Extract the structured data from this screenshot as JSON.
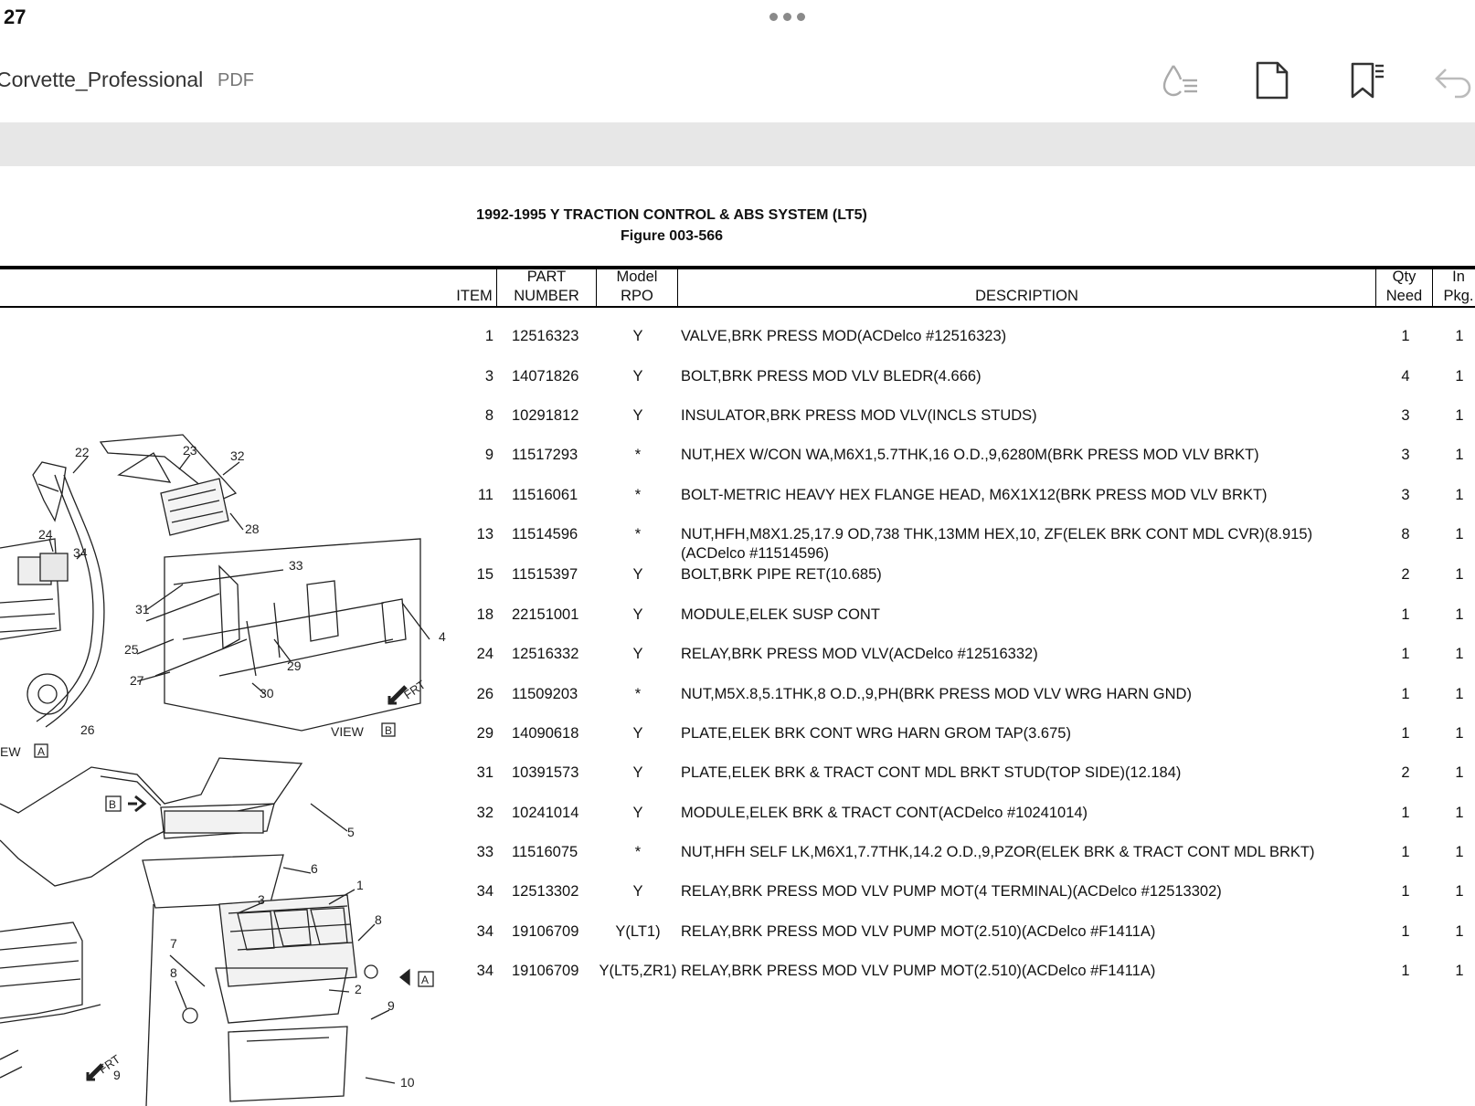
{
  "status_bar": {
    "time": "27"
  },
  "toolbar": {
    "doc_title": "Corvette_Professional",
    "doc_type": "PDF",
    "icons": [
      "liquid-mode-icon",
      "page-icon",
      "bookmark-list-icon",
      "undo-icon"
    ]
  },
  "page": {
    "title": "1992-1995 Y TRACTION CONTROL & ABS SYSTEM (LT5)",
    "subtitle": "Figure 003-566"
  },
  "table": {
    "headers": {
      "item": "ITEM",
      "part_1": "PART",
      "part_2": "NUMBER",
      "rpo_1": "Model",
      "rpo_2": "RPO",
      "desc": "DESCRIPTION",
      "qty_1": "Qty",
      "qty_2": "Need",
      "pkg_1": "In",
      "pkg_2": "Pkg."
    },
    "rows": [
      {
        "item": "1",
        "part": "12516323",
        "rpo": "Y",
        "desc": "VALVE,BRK PRESS MOD(ACDelco #12516323)",
        "desc2": "",
        "qty": "1",
        "pkg": "1"
      },
      {
        "item": "3",
        "part": "14071826",
        "rpo": "Y",
        "desc": "BOLT,BRK PRESS MOD VLV BLEDR(4.666)",
        "desc2": "",
        "qty": "4",
        "pkg": "1"
      },
      {
        "item": "8",
        "part": "10291812",
        "rpo": "Y",
        "desc": "INSULATOR,BRK PRESS MOD VLV(INCLS STUDS)",
        "desc2": "",
        "qty": "3",
        "pkg": "1"
      },
      {
        "item": "9",
        "part": "11517293",
        "rpo": "*",
        "desc": "NUT,HEX W/CON WA,M6X1,5.7THK,16 O.D.,9,6280M(BRK PRESS MOD VLV BRKT)",
        "desc2": "",
        "qty": "3",
        "pkg": "1"
      },
      {
        "item": "11",
        "part": "11516061",
        "rpo": "*",
        "desc": "BOLT-METRIC HEAVY HEX FLANGE HEAD, M6X1X12(BRK PRESS MOD VLV BRKT)",
        "desc2": "",
        "qty": "3",
        "pkg": "1"
      },
      {
        "item": "13",
        "part": "11514596",
        "rpo": "*",
        "desc": "NUT,HFH,M8X1.25,17.9 OD,738 THK,13MM HEX,10, ZF(ELEK BRK CONT MDL CVR)(8.915)",
        "desc2": "(ACDelco #11514596)",
        "qty": "8",
        "pkg": "1"
      },
      {
        "item": "15",
        "part": "11515397",
        "rpo": "Y",
        "desc": "BOLT,BRK PIPE RET(10.685)",
        "desc2": "",
        "qty": "2",
        "pkg": "1"
      },
      {
        "item": "18",
        "part": "22151001",
        "rpo": "Y",
        "desc": "MODULE,ELEK SUSP CONT",
        "desc2": "",
        "qty": "1",
        "pkg": "1"
      },
      {
        "item": "24",
        "part": "12516332",
        "rpo": "Y",
        "desc": "RELAY,BRK PRESS MOD VLV(ACDelco #12516332)",
        "desc2": "",
        "qty": "1",
        "pkg": "1"
      },
      {
        "item": "26",
        "part": "11509203",
        "rpo": "*",
        "desc": "NUT,M5X.8,5.1THK,8 O.D.,9,PH(BRK PRESS MOD VLV WRG HARN GND)",
        "desc2": "",
        "qty": "1",
        "pkg": "1"
      },
      {
        "item": "29",
        "part": "14090618",
        "rpo": "Y",
        "desc": "PLATE,ELEK BRK CONT WRG HARN GROM TAP(3.675)",
        "desc2": "",
        "qty": "1",
        "pkg": "1"
      },
      {
        "item": "31",
        "part": "10391573",
        "rpo": "Y",
        "desc": "PLATE,ELEK BRK & TRACT CONT MDL BRKT STUD(TOP SIDE)(12.184)",
        "desc2": "",
        "qty": "2",
        "pkg": "1"
      },
      {
        "item": "32",
        "part": "10241014",
        "rpo": "Y",
        "desc": "MODULE,ELEK BRK & TRACT CONT(ACDelco #10241014)",
        "desc2": "",
        "qty": "1",
        "pkg": "1"
      },
      {
        "item": "33",
        "part": "11516075",
        "rpo": "*",
        "desc": "NUT,HFH SELF LK,M6X1,7.7THK,14.2 O.D.,9,PZOR(ELEK BRK & TRACT CONT MDL BRKT)",
        "desc2": "",
        "qty": "1",
        "pkg": "1"
      },
      {
        "item": "34",
        "part": "12513302",
        "rpo": "Y",
        "desc": "RELAY,BRK PRESS MOD VLV PUMP MOT(4 TERMINAL)(ACDelco #12513302)",
        "desc2": "",
        "qty": "1",
        "pkg": "1"
      },
      {
        "item": "34",
        "part": "19106709",
        "rpo": "Y(LT1)",
        "desc": "RELAY,BRK PRESS MOD VLV PUMP MOT(2.510)(ACDelco #F1411A)",
        "desc2": "",
        "qty": "1",
        "pkg": "1"
      },
      {
        "item": "34",
        "part": "19106709",
        "rpo": "Y(LT5,ZR1)",
        "desc": "RELAY,BRK PRESS MOD VLV PUMP MOT(2.510)(ACDelco #F1411A)",
        "desc2": "",
        "qty": "1",
        "pkg": "1"
      }
    ]
  },
  "diagram": {
    "callouts": [
      "22",
      "23",
      "32",
      "28",
      "24",
      "34",
      "33",
      "31",
      "25",
      "29",
      "27",
      "30",
      "26",
      "4",
      "5",
      "6",
      "3",
      "1",
      "8",
      "7",
      "8",
      "2",
      "9",
      "9",
      "10"
    ],
    "view_b_label": "VIEW",
    "view_b_letter": "B",
    "view_a_label": "EW",
    "view_a_letter": "A",
    "frt_label": "FRT",
    "b_marker": "B",
    "a_marker": "A"
  }
}
